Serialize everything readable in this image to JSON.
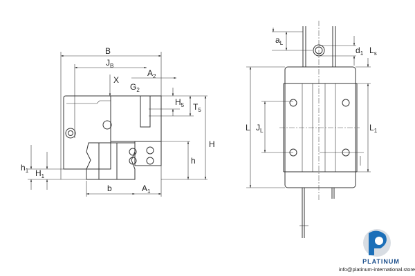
{
  "front_view": {
    "labels": {
      "B": "B",
      "JB": "J",
      "JB_sub": "B",
      "A2": "A",
      "A2_sub": "2",
      "X": "X",
      "G2": "G",
      "G2_sub": "2",
      "H5": "H",
      "H5_sub": "5",
      "T5": "T",
      "T5_sub": "5",
      "H": "H",
      "h": "h",
      "h1": "h",
      "h1_sub": "1",
      "H1": "H",
      "H1_sub": "1",
      "b": "b",
      "A1": "A",
      "A1_sub": "1"
    }
  },
  "top_view": {
    "labels": {
      "aL": "a",
      "aL_sub": "L",
      "d1": "d",
      "d1_sub": "1",
      "Ls": "L",
      "Ls_sub": "s",
      "L": "L",
      "JL": "J",
      "JL_sub": "L",
      "L1": "L",
      "L1_sub": "1"
    }
  },
  "watermark": {
    "brand": "PLATINUM",
    "url": "info@platinum-international.store",
    "color": "#1c6fb8"
  }
}
